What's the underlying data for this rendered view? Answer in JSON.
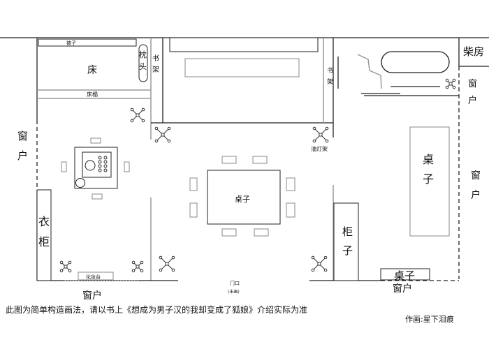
{
  "labels": {
    "quilt": "被子",
    "bed": "床",
    "pillow": [
      "枕",
      "头"
    ],
    "bed_rail": "床榻",
    "bookshelf_left": [
      "书",
      "架"
    ],
    "bookshelf_right": [
      "书",
      "架"
    ],
    "woodshed": "柴房",
    "window_left": [
      "窗",
      "户"
    ],
    "window_right_top": [
      "窗",
      "户"
    ],
    "window_right": [
      "窗",
      "户"
    ],
    "window_bottom_left": "窗户",
    "window_bottom_right": "窗户",
    "oil_lamp_stand": "油灯架",
    "right_desk": [
      "桌",
      "子"
    ],
    "center_table": "桌子",
    "wardrobe": [
      "衣",
      "柜"
    ],
    "cabinet": [
      "柜",
      "子"
    ],
    "vanity": "化妆台",
    "bottom_table": "桌子",
    "door": "门口",
    "door_note": "(未画)"
  },
  "footnote": "此图为简单构造画法，请以书上《想成为男子汉的我却变成了狐娘》介绍实际为准",
  "credit": "作画:星下泪痕"
}
